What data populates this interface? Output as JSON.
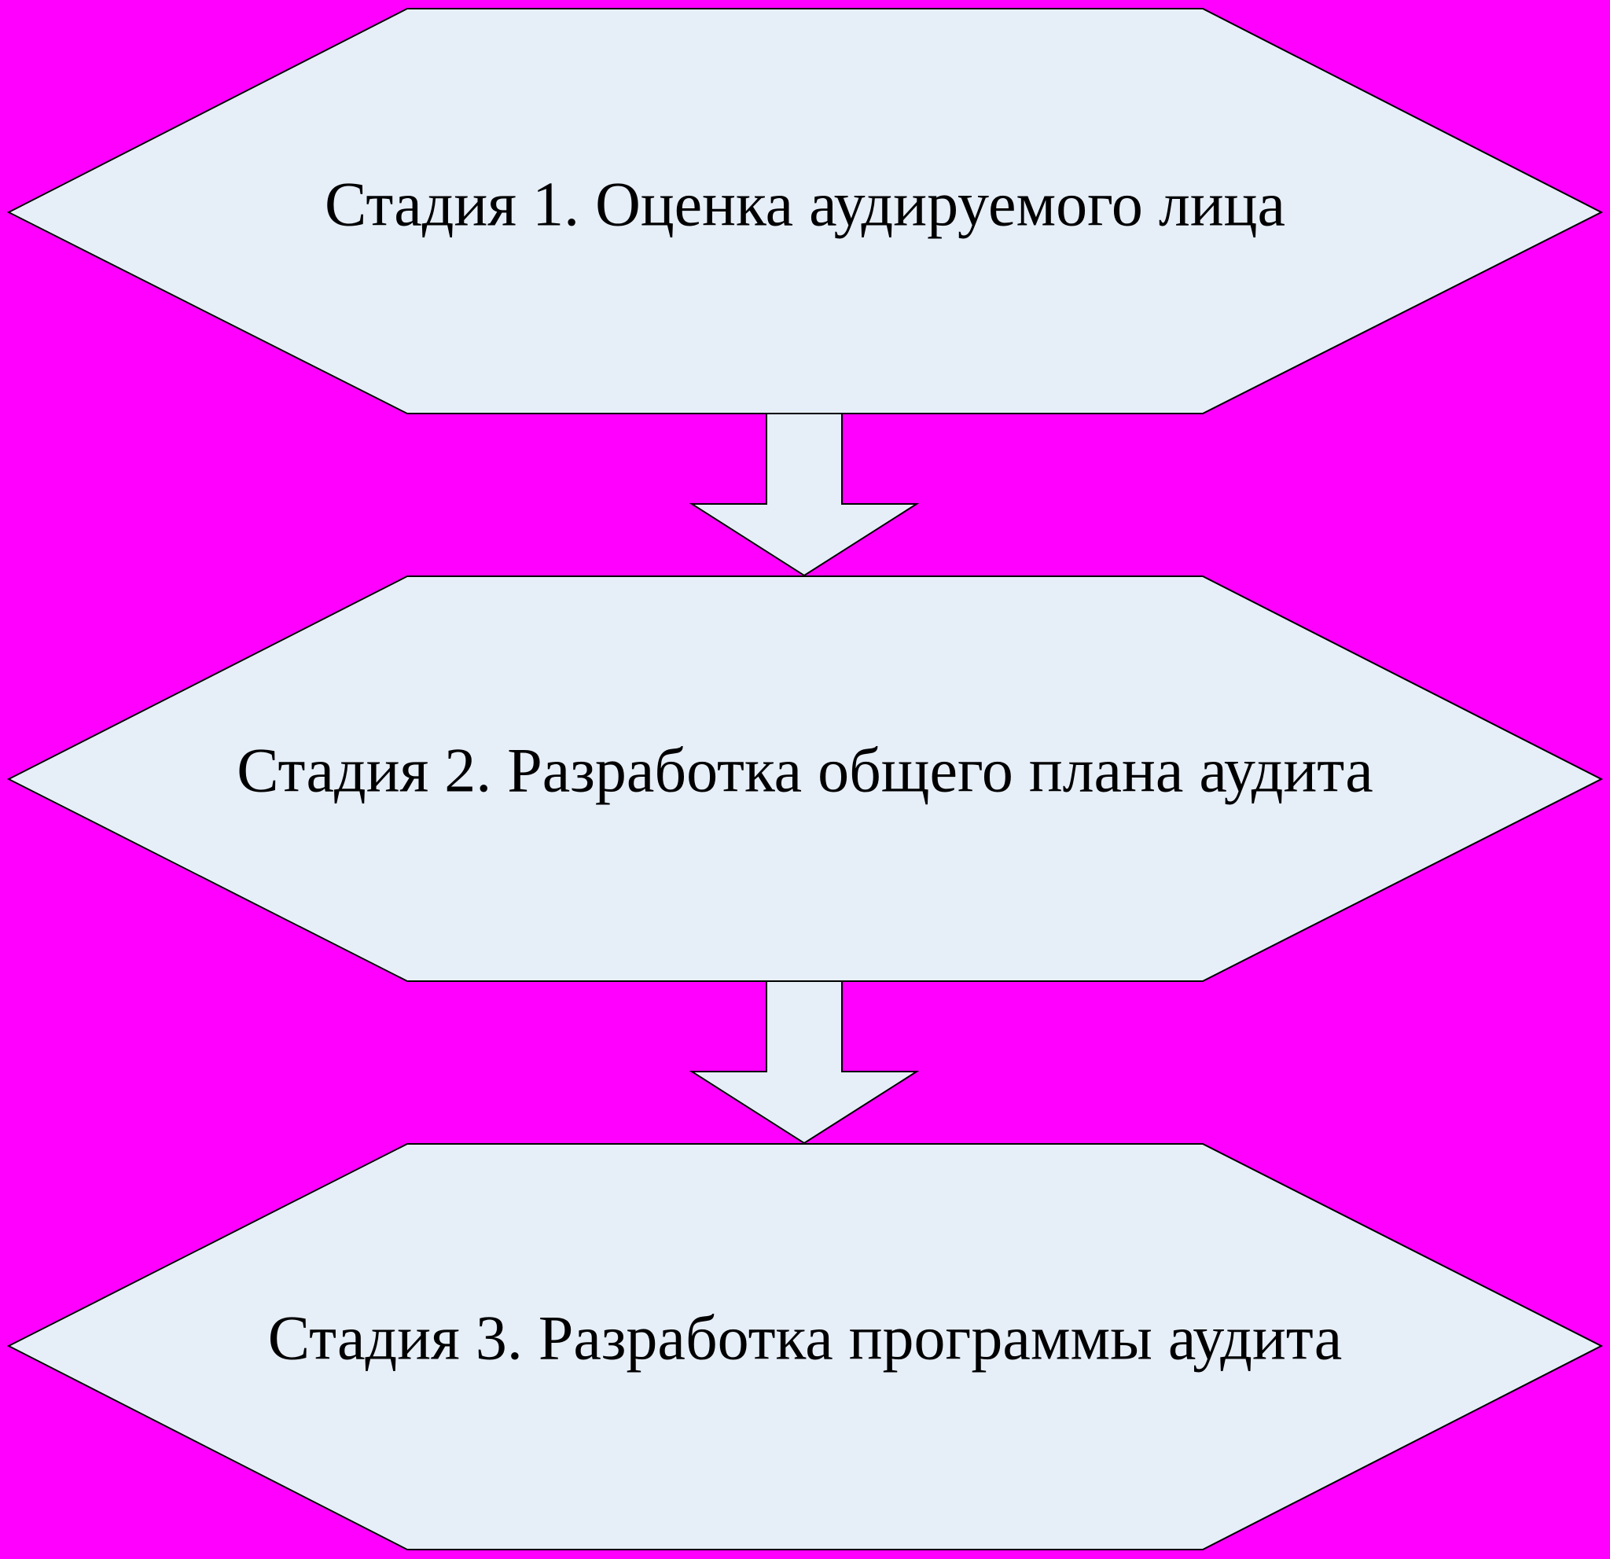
{
  "colors": {
    "background": "#ff00ff",
    "shape_fill": "#e6eef8",
    "shape_stroke": "#000000",
    "text": "#000000"
  },
  "stages": [
    {
      "label": "Стадия 1. Оценка аудируемого лица"
    },
    {
      "label": "Стадия 2. Разработка общего плана аудита"
    },
    {
      "label": "Стадия 3. Разработка программы аудита"
    }
  ],
  "connectors": [
    {
      "icon": "down-arrow-icon",
      "from": 0,
      "to": 1
    },
    {
      "icon": "down-arrow-icon",
      "from": 1,
      "to": 2
    }
  ]
}
